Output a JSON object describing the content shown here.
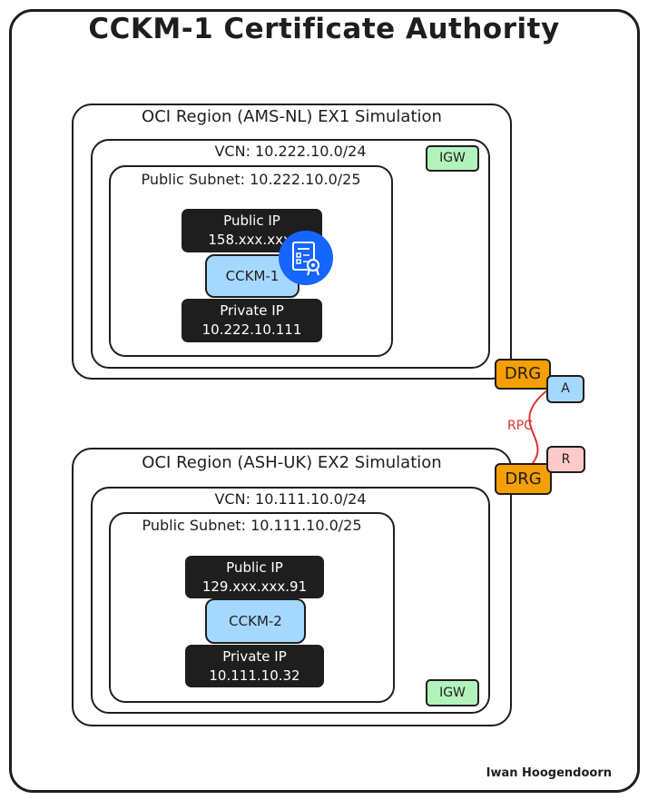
{
  "title": "CCKM-1 Certificate Authority",
  "author": "Iwan Hoogendoorn",
  "colors": {
    "stroke": "#1e1e1e",
    "node_fill": "#a5d8ff",
    "igw_fill": "#b2f2bb",
    "drg_fill": "#f59f00",
    "remote_tag_fill": "#ffc9c9",
    "rpc_line": "#e03131",
    "cert_icon": "#1565ff"
  },
  "region1": {
    "label": "OCI Region (AMS-NL) EX1 Simulation",
    "vcn_label": "VCN: 10.222.10.0/24",
    "igw": "IGW",
    "subnet_label": "Public Subnet: 10.222.10.0/25",
    "public_ip_label": "Public IP",
    "public_ip_value": "158.xxx.xxx.",
    "node": "CCKM-1",
    "private_ip_label": "Private IP",
    "private_ip_value": "10.222.10.111",
    "drg": "DRG",
    "tag": "A",
    "icon": "certificate-icon"
  },
  "region2": {
    "label": "OCI Region (ASH-UK) EX2 Simulation",
    "vcn_label": "VCN: 10.111.10.0/24",
    "igw": "IGW",
    "subnet_label": "Public Subnet: 10.111.10.0/25",
    "public_ip_label": "Public IP",
    "public_ip_value": "129.xxx.xxx.91",
    "node": "CCKM-2",
    "private_ip_label": "Private IP",
    "private_ip_value": "10.111.10.32",
    "drg": "DRG",
    "tag": "R"
  },
  "rpc_label": "RPC"
}
